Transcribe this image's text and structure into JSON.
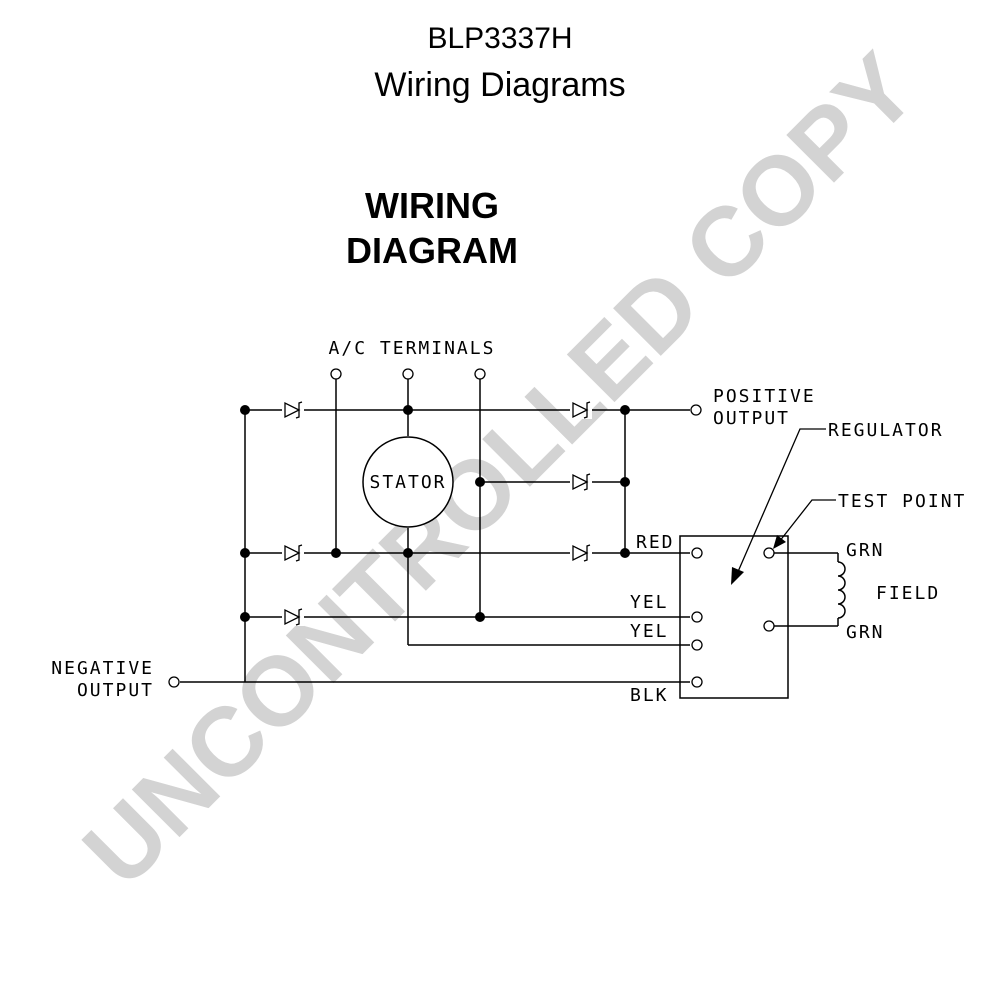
{
  "header": {
    "model": "BLP3337H",
    "subtitle": "Wiring Diagrams"
  },
  "watermark": "UNCONTROLLED COPY",
  "diagram": {
    "title_line1": "WIRING",
    "title_line2": "DIAGRAM",
    "labels": {
      "ac_terminals": "A/C TERMINALS",
      "positive_1": "POSITIVE",
      "positive_2": "OUTPUT",
      "negative_1": "NEGATIVE",
      "negative_2": "OUTPUT",
      "stator": "STATOR",
      "regulator": "REGULATOR",
      "test_point": "TEST POINT",
      "field": "FIELD",
      "red": "RED",
      "yel_1": "YEL",
      "yel_2": "YEL",
      "blk": "BLK",
      "grn_1": "GRN",
      "grn_2": "GRN"
    }
  },
  "colors": {
    "ink": "#000000",
    "watermark": "#d3d3d3",
    "background": "#ffffff"
  }
}
